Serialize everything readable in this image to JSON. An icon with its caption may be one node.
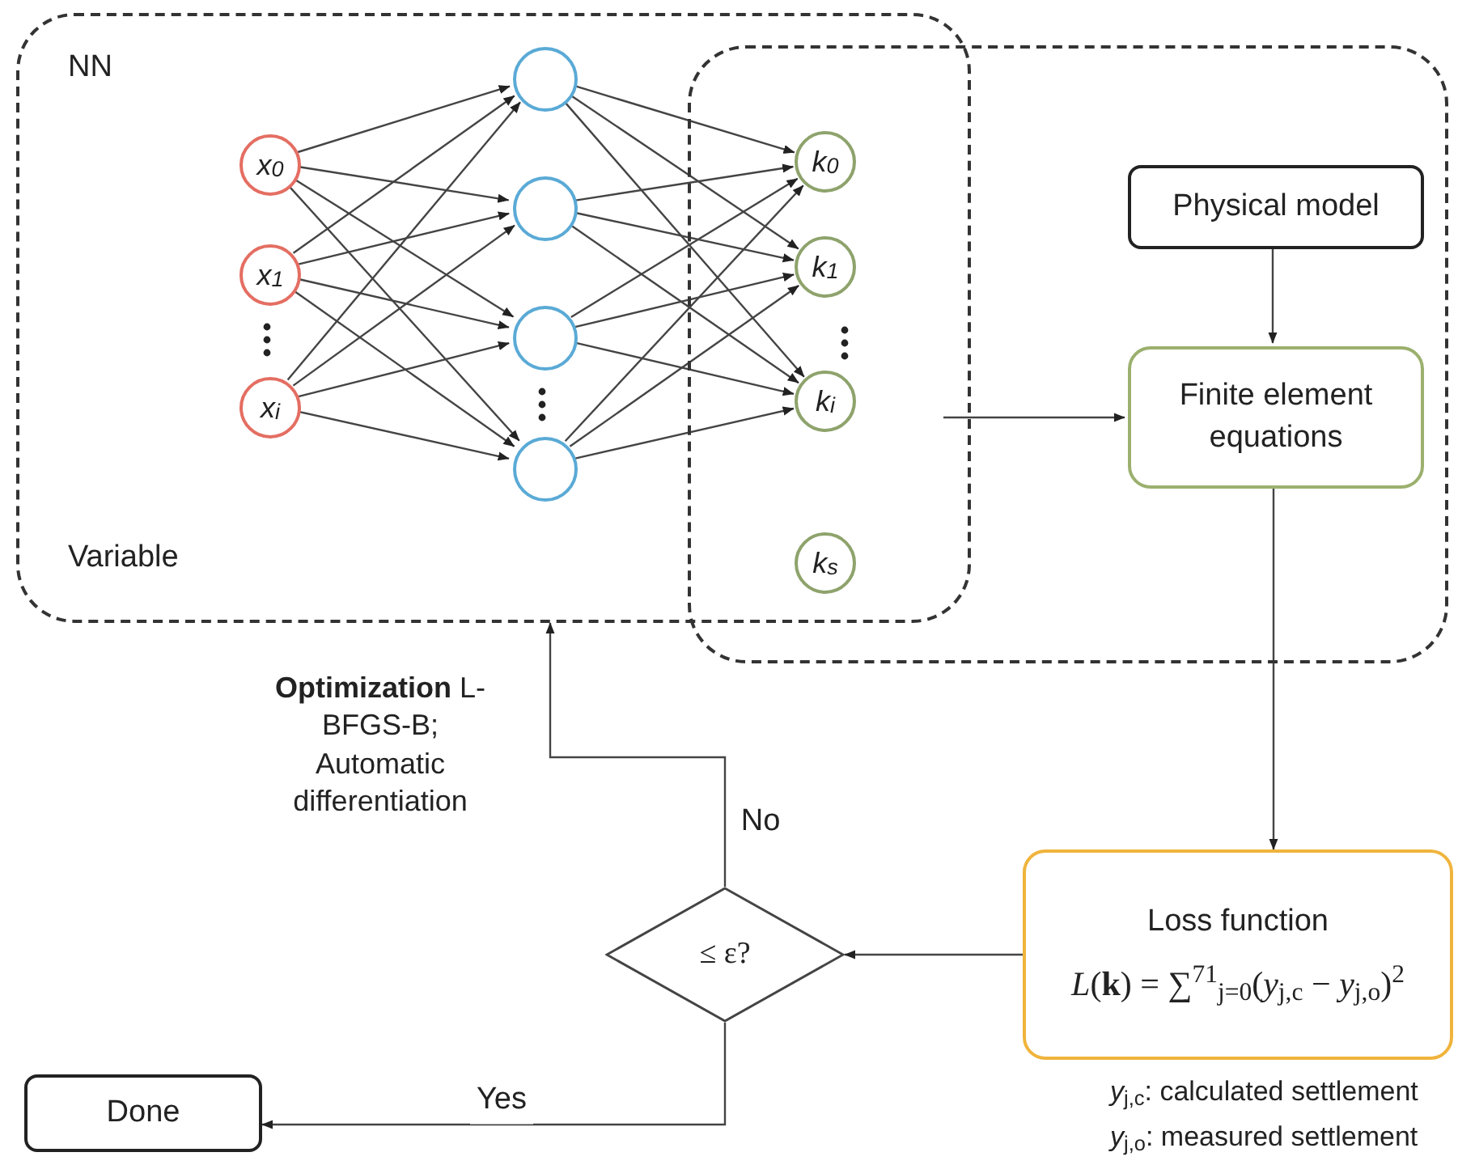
{
  "diagram": {
    "nodes": [
      {
        "text": [
          "NN",
          "Variable"
        ]
      },
      {
        "text": [],
        "shape": "box"
      },
      {
        "text": [
          "x$_{0}$"
        ],
        "in": 0
      },
      {
        "text": [
          "x$_{1}$"
        ],
        "in": 0
      },
      {
        "text": [
          "x$_{i}$"
        ],
        "in": 0
      },
      {
        "text": [],
        "shape": "circle",
        "in": 0
      },
      {
        "text": [],
        "shape": "circle",
        "in": 0
      },
      {
        "text": [],
        "shape": "circle",
        "in": 0
      },
      {
        "text": [],
        "shape": "circle",
        "in": 0
      },
      {
        "text": [
          "k$_{0}$"
        ]
      },
      {
        "text": [
          "k$_{1}$"
        ]
      },
      {
        "text": [
          "k$_{i}$"
        ]
      },
      {
        "text": [
          "k$_{s}$"
        ]
      },
      {
        "text": [
          "Physical model"
        ],
        "in": 1
      },
      {
        "text": [
          "Finite element equations"
        ],
        "in": 1
      },
      {
        "text": [
          "Loss function",
          "*L*(**k**) = ∑$^{71}$$_{j=0}$(*y*$_{j,c}$ − *y*$_{j,o}$)$^{2}$"
        ],
        "beside": [
          "*y*$_{j,c}$: calculated settlement",
          "*y*$_{j,o}$: measured settlement"
        ]
      },
      {
        "text": [
          "≤ ε?"
        ]
      },
      {
        "text": [
          "Done"
        ]
      }
    ],
    "edges": [
      {
        "from": 2,
        "to": 5,
        "arrow": "to"
      },
      {
        "from": 2,
        "to": 6,
        "arrow": "to"
      },
      {
        "from": 2,
        "to": 7,
        "arrow": "to"
      },
      {
        "from": 2,
        "to": 8,
        "arrow": "to"
      },
      {
        "from": 3,
        "to": 5,
        "arrow": "to"
      },
      {
        "from": 3,
        "to": 6,
        "arrow": "to"
      },
      {
        "from": 3,
        "to": 7,
        "arrow": "to"
      },
      {
        "from": 3,
        "to": 8,
        "arrow": "to"
      },
      {
        "from": 4,
        "to": 5,
        "arrow": "to"
      },
      {
        "from": 4,
        "to": 6,
        "arrow": "to"
      },
      {
        "from": 4,
        "to": 7,
        "arrow": "to"
      },
      {
        "from": 4,
        "to": 8,
        "arrow": "to"
      },
      {
        "from": 5,
        "to": 9,
        "arrow": "to"
      },
      {
        "from": 5,
        "to": 10,
        "arrow": "to"
      },
      {
        "from": 5,
        "to": 11,
        "arrow": "to"
      },
      {
        "from": 6,
        "to": 9,
        "arrow": "to"
      },
      {
        "from": 6,
        "to": 10,
        "arrow": "to"
      },
      {
        "from": 6,
        "to": 11,
        "arrow": "to"
      },
      {
        "from": 7,
        "to": 9,
        "arrow": "to"
      },
      {
        "from": 7,
        "to": 10,
        "arrow": "to"
      },
      {
        "from": 7,
        "to": 11,
        "arrow": "to"
      },
      {
        "from": 8,
        "to": 9,
        "arrow": "to"
      },
      {
        "from": 8,
        "to": 10,
        "arrow": "to"
      },
      {
        "from": 8,
        "to": 11,
        "arrow": "to"
      },
      {
        "from": null,
        "to": 14,
        "arrow": "to"
      },
      {
        "from": 13,
        "to": 14,
        "arrow": "to"
      },
      {
        "from": 14,
        "to": 15,
        "arrow": "to"
      },
      {
        "from": 15,
        "to": 16,
        "arrow": "to"
      },
      {
        "from": 16,
        "to": 0,
        "arrow": "to",
        "label": "No"
      },
      {
        "from": 16,
        "to": 17,
        "arrow": "to",
        "label": "Yes"
      }
    ],
    "labels": [
      "**Optimization** L-BFGS-B; Automatic differentiation"
    ]
  }
}
